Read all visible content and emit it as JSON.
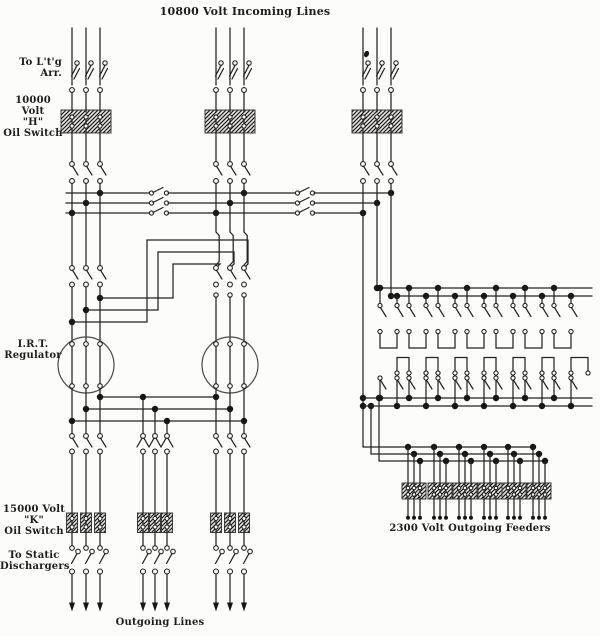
{
  "page": {
    "background": "#fcfcfa",
    "ink": "#232323"
  },
  "labels": {
    "title": "10800 Volt Incoming Lines",
    "lightning_arrester": "To L't'g Arr.",
    "h_switch_line1": "10000 Volt",
    "h_switch_line2": "\"H\"",
    "h_switch_line3": "Oil Switch",
    "regulator_line1": "I.R.T.",
    "regulator_line2": "Regulator",
    "k_switch_line1": "15000 Volt",
    "k_switch_line2": "\"K\"",
    "k_switch_line3": "Oil Switch",
    "static_line1": "To Static",
    "static_line2": "Dischargers",
    "outgoing": "Outgoing Lines",
    "feeders": "2300 Volt Outgoing Feeders"
  },
  "components": {
    "incoming_line_banks": 3,
    "phases_per_bank": 3,
    "bus_lines": 3,
    "regulators": 2,
    "outgoing_line_groups": 3,
    "k_oil_switches": 9,
    "feeder_oil_switches": 6,
    "feeder_panel_switch_pairs": 7
  }
}
